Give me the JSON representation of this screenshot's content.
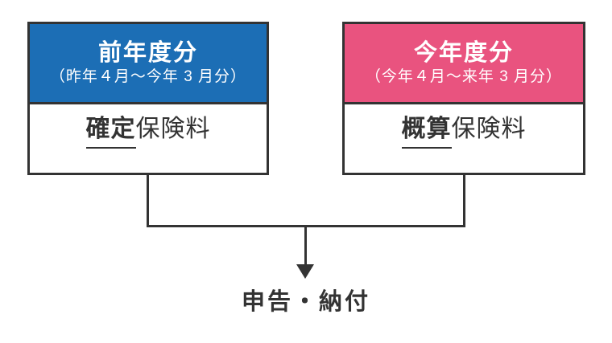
{
  "diagram": {
    "boxes": [
      {
        "id": "previous-year",
        "title": "前年度分",
        "subtitle": "（昨年４月〜今年 3 月分）",
        "body_highlight": "確定",
        "body_rest": "保険料",
        "header_color": "#1c6eb5",
        "header_text_color": "#ffffff"
      },
      {
        "id": "current-year",
        "title": "今年度分",
        "subtitle": "（今年４月〜来年 3 月分）",
        "body_highlight": "概算",
        "body_rest": "保険料",
        "header_color": "#e9537f",
        "header_text_color": "#ffffff"
      }
    ],
    "arrow_label": "申告・納付",
    "icons": {
      "down_arrow": "solid-triangle-down"
    },
    "colors": {
      "line": "#333333",
      "text": "#333333",
      "background": "#ffffff"
    }
  }
}
